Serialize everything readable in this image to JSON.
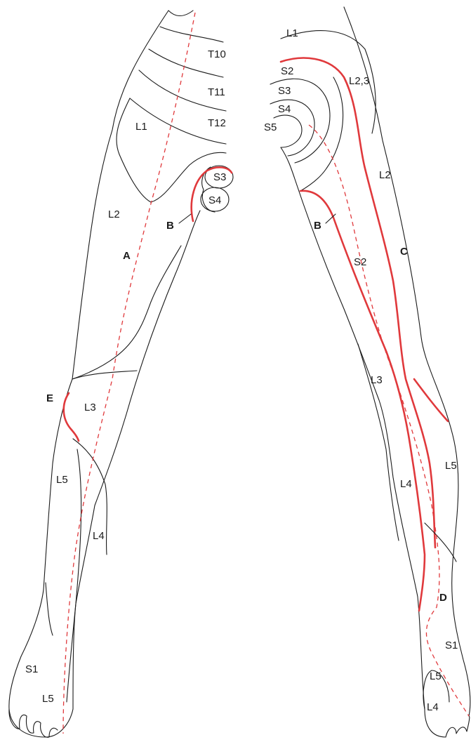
{
  "colors": {
    "outline": "#1a1a1a",
    "nerve_red": "#e0393c",
    "background": "#ffffff"
  },
  "anterior_view": {
    "dermatomes": {
      "t10": "T10",
      "t11": "T11",
      "t12": "T12",
      "l1": "L1",
      "l2": "L2",
      "l3": "L3",
      "l4": "L4",
      "l5_leg": "L5",
      "s1": "S1",
      "l5_foot": "L5",
      "s3": "S3",
      "s4": "S4"
    },
    "markers": {
      "a": "A",
      "b": "B",
      "e": "E"
    }
  },
  "posterior_view": {
    "dermatomes": {
      "l1": "L1",
      "s2_top": "S2",
      "l23": "L2,3",
      "s3": "S3",
      "s4": "S4",
      "s5": "S5",
      "l2": "L2",
      "s2_thigh": "S2",
      "l3": "L3",
      "l5": "L5",
      "l4": "L4",
      "s1": "S1",
      "l5_foot": "L5",
      "l4_foot": "L4"
    },
    "markers": {
      "b": "B",
      "c": "C",
      "d": "D"
    }
  }
}
